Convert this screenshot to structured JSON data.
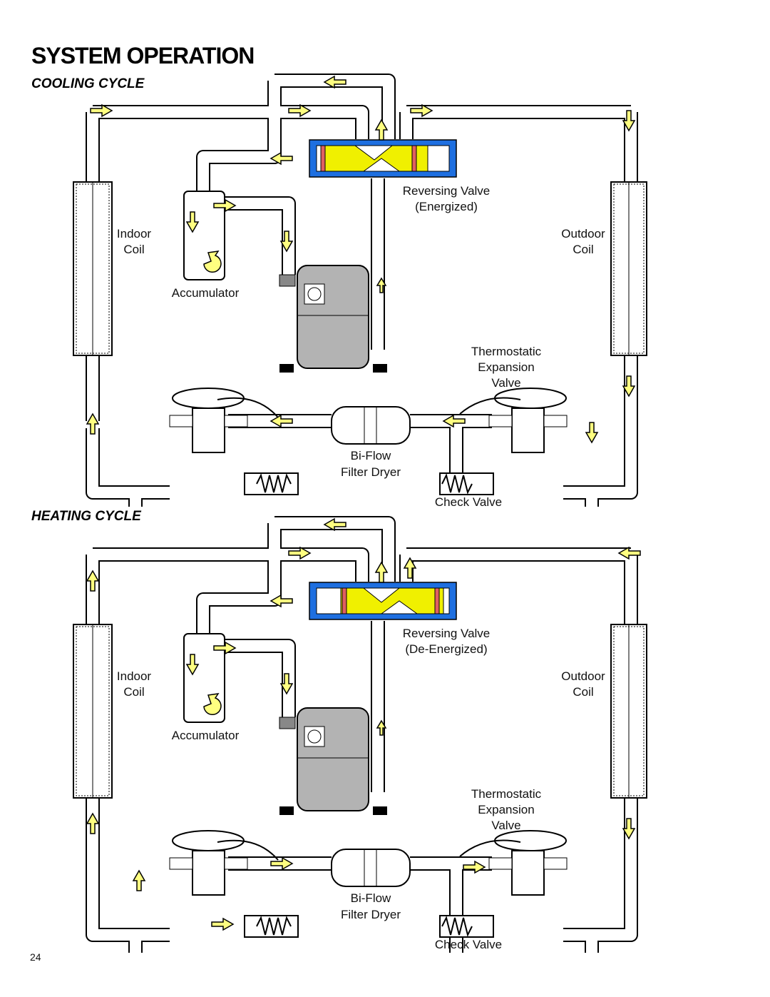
{
  "title": "SYSTEM OPERATION",
  "page_number": "24",
  "colors": {
    "pipe_outline": "#000000",
    "arrow_fill": "#ffff80",
    "valve_body": "#1e6fe0",
    "valve_slide": "#f0f000",
    "valve_seal": "#e06060",
    "compressor": "#b3b3b3"
  },
  "cooling": {
    "title": "COOLING CYCLE",
    "reversing_valve": [
      "Reversing Valve",
      "(Energized)"
    ],
    "indoor_coil": [
      "Indoor",
      "Coil"
    ],
    "outdoor_coil": [
      "Outdoor",
      "Coil"
    ],
    "accumulator": "Accumulator",
    "txv": [
      "Thermostatic",
      "Expansion",
      "Valve"
    ],
    "filter_dryer": [
      "Bi-Flow",
      "Filter Dryer"
    ],
    "check_valve": "Check Valve"
  },
  "heating": {
    "title": "HEATING CYCLE",
    "reversing_valve": [
      "Reversing Valve",
      "(De-Energized)"
    ],
    "indoor_coil": [
      "Indoor",
      "Coil"
    ],
    "outdoor_coil": [
      "Outdoor",
      "Coil"
    ],
    "accumulator": "Accumulator",
    "txv": [
      "Thermostatic",
      "Expansion",
      "Valve"
    ],
    "filter_dryer": [
      "Bi-Flow",
      "Filter Dryer"
    ],
    "check_valve": "Check Valve"
  }
}
